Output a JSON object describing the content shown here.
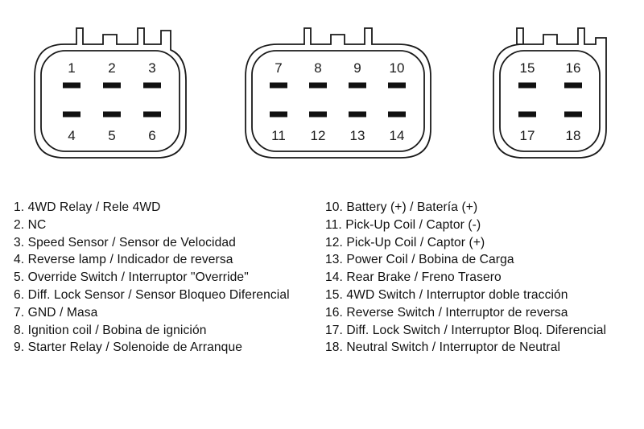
{
  "connectors": [
    {
      "name": "connector-a",
      "pins_top": [
        "1",
        "2",
        "3"
      ],
      "pins_bottom": [
        "4",
        "5",
        "6"
      ]
    },
    {
      "name": "connector-b",
      "pins_top": [
        "7",
        "8",
        "9",
        "10"
      ],
      "pins_bottom": [
        "11",
        "12",
        "13",
        "14"
      ]
    },
    {
      "name": "connector-c",
      "pins_top": [
        "15",
        "16"
      ],
      "pins_bottom": [
        "17",
        "18"
      ]
    }
  ],
  "legend_left": [
    "1. 4WD Relay / Rele 4WD",
    "2. NC",
    "3. Speed Sensor / Sensor de Velocidad",
    "4. Reverse lamp / Indicador de reversa",
    "5. Override Switch / Interruptor \"Override\"",
    "6. Diff. Lock Sensor / Sensor Bloqueo Diferencial",
    "7. GND / Masa",
    "8. Ignition coil / Bobina de ignición",
    "9. Starter Relay / Solenoide de Arranque"
  ],
  "legend_right": [
    "10. Battery (+) / Batería (+)",
    "11. Pick-Up Coil / Captor (-)",
    "12. Pick-Up Coil / Captor (+)",
    "13. Power Coil / Bobina de Carga",
    "14. Rear Brake / Freno Trasero",
    "15. 4WD Switch / Interruptor doble tracción",
    "16. Reverse Switch / Interruptor de reversa",
    "17. Diff. Lock Switch / Interruptor Bloq. Diferencial",
    "18. Neutral Switch / Interruptor de Neutral"
  ],
  "colors": {
    "line": "#1a1a1a",
    "background": "#ffffff"
  }
}
